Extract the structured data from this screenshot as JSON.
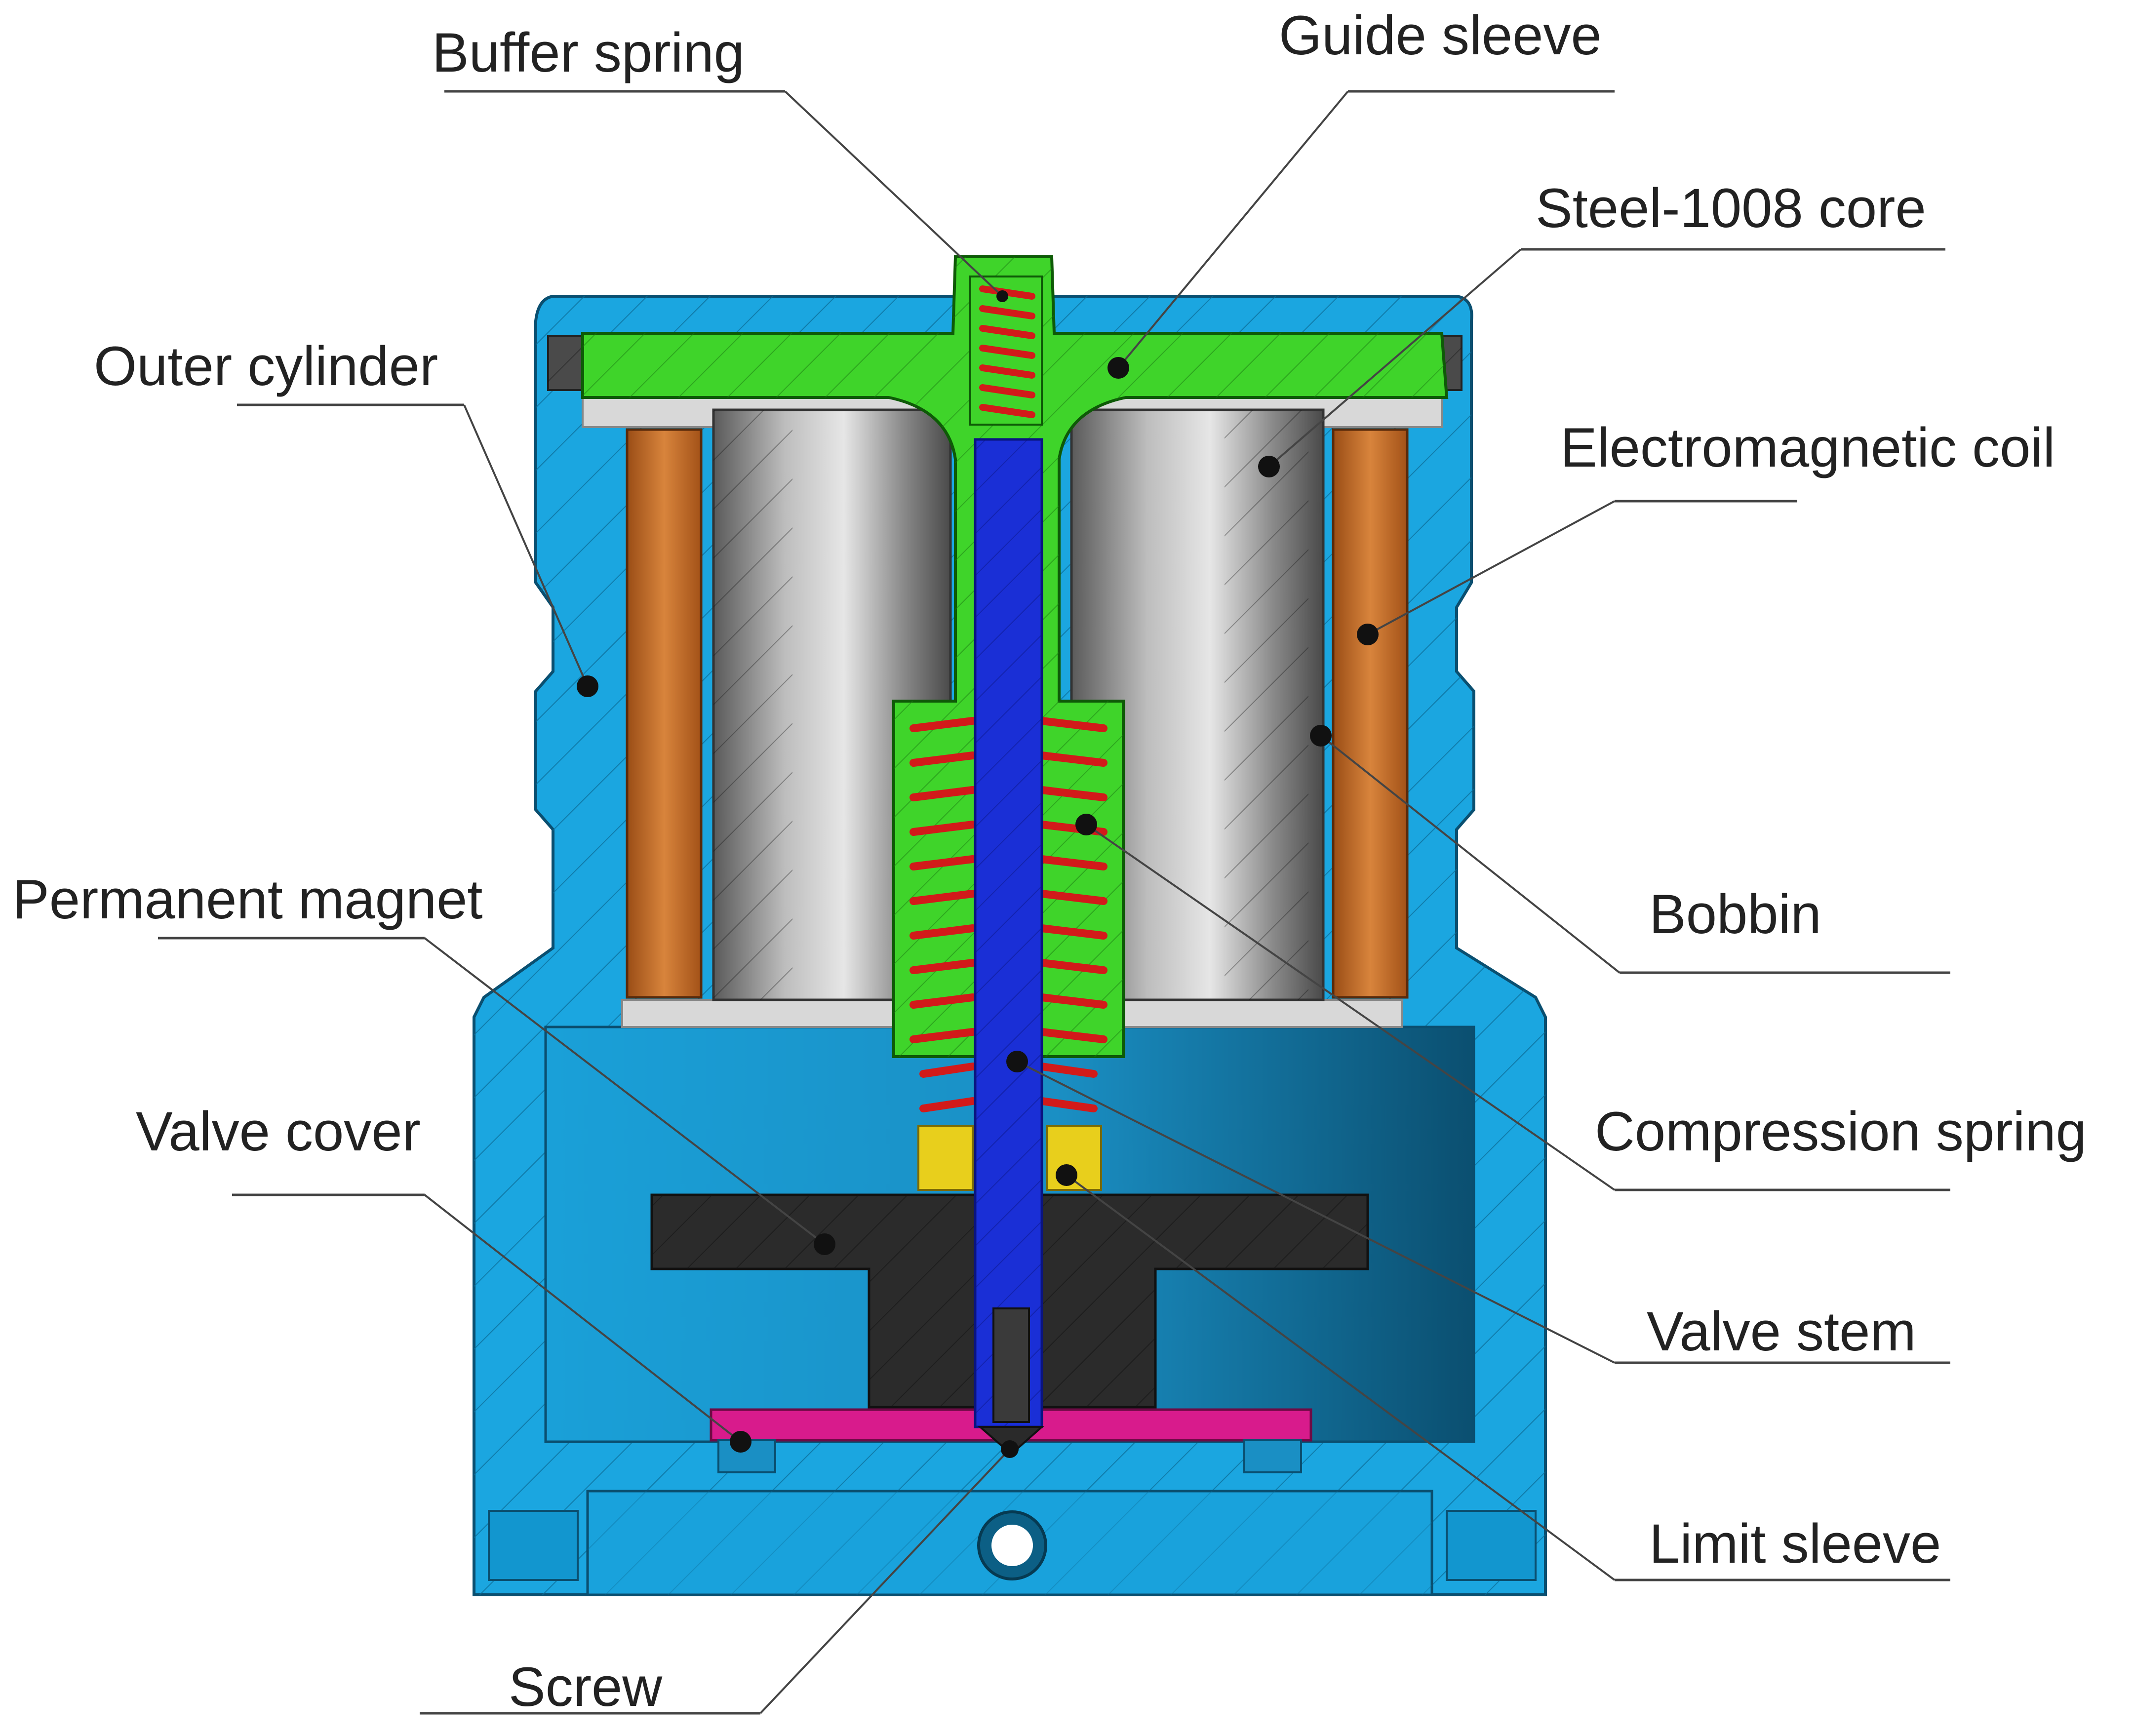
{
  "labels": {
    "buffer_spring": "Buffer spring",
    "guide_sleeve": "Guide sleeve",
    "steel_core": "Steel-1008 core",
    "outer_cylinder": "Outer cylinder",
    "electromagnetic_coil": "Electromagnetic coil",
    "bobbin": "Bobbin",
    "permanent_magnet": "Permanent magnet",
    "compression_spring": "Compression spring",
    "valve_cover": "Valve cover",
    "valve_stem": "Valve stem",
    "limit_sleeve": "Limit sleeve",
    "screw": "Screw"
  },
  "colors": {
    "outer_cylinder": "#1ba6e0",
    "guide_sleeve": "#3fd42a",
    "valve_stem": "#1a2fd6",
    "coil": "#c66b28",
    "core": "#8e8e8e",
    "permanent_magnet": "#2b2b2b",
    "limit_sleeve": "#d81b8c",
    "spring": "#d21a1a",
    "bobbin_ring": "#d8d8d8",
    "compression_spring_seat": "#e8cf1c"
  }
}
